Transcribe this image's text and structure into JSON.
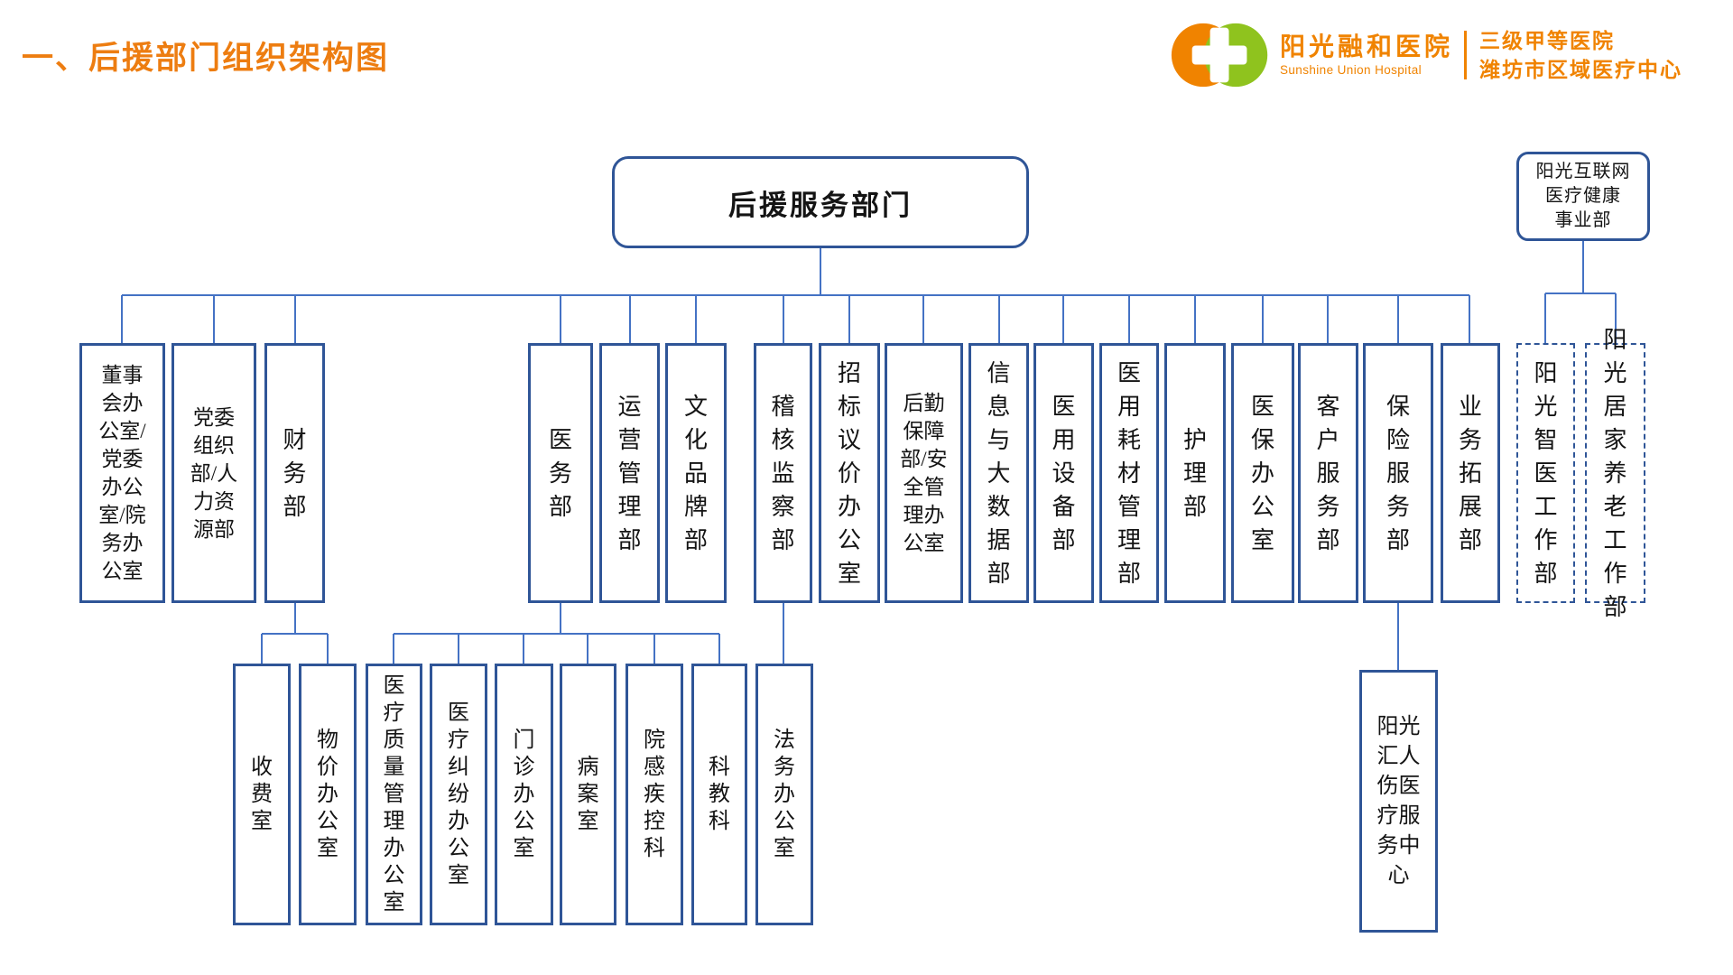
{
  "page": {
    "title": "一、后援部门组织架构图"
  },
  "brand": {
    "name_zh": "阳光融和医院",
    "name_en": "Sunshine Union Hospital",
    "tagline_line1": "三级甲等医院",
    "tagline_line2": "潍坊市区域医疗中心"
  },
  "colors": {
    "accent_orange": "#ED7D11",
    "logo_orange": "#F08300",
    "logo_green": "#8FC31E",
    "box_border_blue": "#2F5597",
    "connector_blue": "#4472C4"
  },
  "chart": {
    "root": {
      "label": "后援服务部门"
    },
    "internet_division": {
      "label": "阳光互联网医疗健康事业部",
      "lines": [
        "阳光互联网",
        "医疗健康",
        "事业部"
      ]
    },
    "departments": [
      {
        "label": "董事会办公室/党委办公室/院务办公室"
      },
      {
        "label": "党委组织部/人力资源部"
      },
      {
        "label": "财务部"
      },
      {
        "label": "医务部"
      },
      {
        "label": "运营管理部"
      },
      {
        "label": "文化品牌部"
      },
      {
        "label": "稽核监察部"
      },
      {
        "label": "招标议价办公室"
      },
      {
        "label": "后勤保障部/安全管理办公室"
      },
      {
        "label": "信息与大数据部"
      },
      {
        "label": "医用设备部"
      },
      {
        "label": "医用耗材管理部"
      },
      {
        "label": "护理部"
      },
      {
        "label": "医保办公室"
      },
      {
        "label": "客户服务部"
      },
      {
        "label": "保险服务部"
      },
      {
        "label": "业务拓展部"
      }
    ],
    "dashed_departments": [
      {
        "label": "阳光智医工作部"
      },
      {
        "label": "阳光居家养老工作部"
      }
    ],
    "finance_children": [
      {
        "label": "收费室"
      },
      {
        "label": "物价办公室"
      }
    ],
    "medical_children": [
      {
        "label": "医疗质量管理办公室"
      },
      {
        "label": "医疗纠纷办公室"
      },
      {
        "label": "门诊办公室"
      },
      {
        "label": "病案室"
      },
      {
        "label": "院感疾控科"
      },
      {
        "label": "科教科"
      }
    ],
    "audit_children": [
      {
        "label": "法务办公室"
      }
    ],
    "insurance_children": [
      {
        "label": "阳光汇人伤医疗服务中心"
      }
    ]
  }
}
